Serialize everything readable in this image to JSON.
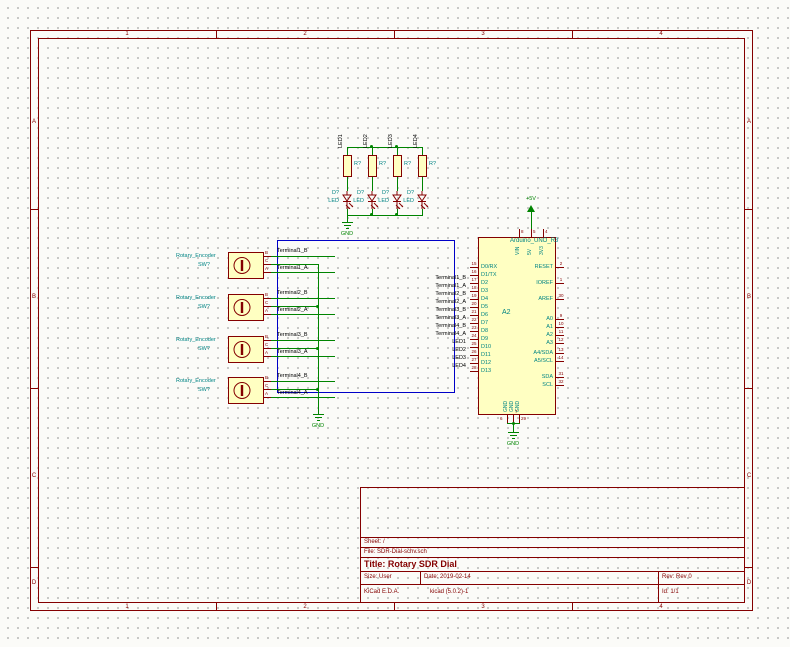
{
  "app": {
    "type": "KiCad Eeschema schematic sheet"
  },
  "frame": {
    "columns": [
      "1",
      "2",
      "3",
      "4"
    ],
    "rows": [
      "A",
      "B",
      "C",
      "D"
    ]
  },
  "title_block": {
    "sheet": "Sheet: /",
    "file": "File: SDR-Dial-schv.sch",
    "title": "Title: Rotary SDR Dial",
    "size": "Size: User",
    "date": "Date: 2019-02-14",
    "rev": "Rev: Rev 0",
    "tool": "KiCad E.D.A.",
    "version": "kicad (5.0.2)-1",
    "id": "Id: 1/1"
  },
  "led_chain": {
    "net_labels": [
      "LED1",
      "LED2",
      "LED3",
      "LED4"
    ],
    "resistors": [
      {
        "ref": "R?"
      },
      {
        "ref": "R?"
      },
      {
        "ref": "R?"
      },
      {
        "ref": "R?"
      }
    ],
    "diodes": [
      {
        "ref": "D?",
        "value": "LED"
      },
      {
        "ref": "D?",
        "value": "LED"
      },
      {
        "ref": "D?",
        "value": "LED"
      },
      {
        "ref": "D?",
        "value": "LED"
      }
    ],
    "gnd_label": "GND"
  },
  "encoders": [
    {
      "value": "Rotary_Encoder",
      "ref": "SW?",
      "pins": [
        "B",
        "C",
        "A"
      ],
      "net_b": "Terminal1_B",
      "net_a": "Terminal1_A"
    },
    {
      "value": "Rotary_Encoder",
      "ref": "SW?",
      "pins": [
        "B",
        "C",
        "A"
      ],
      "net_b": "Terminal2_B",
      "net_a": "Terminal2_A"
    },
    {
      "value": "Rotary_Encoder",
      "ref": "SW?",
      "pins": [
        "B",
        "C",
        "A"
      ],
      "net_b": "Terminal3_B",
      "net_a": "Terminal3_A"
    },
    {
      "value": "Rotary_Encoder",
      "ref": "SW?",
      "pins": [
        "B",
        "C",
        "A"
      ],
      "net_b": "Terminal4_B",
      "net_a": "Terminal4_A"
    }
  ],
  "encoder_bus_gnd_label": "GND",
  "arduino": {
    "reference": "A2",
    "value": "Arduino_UNO_R3",
    "left_pins": [
      {
        "num": "15",
        "name": "D0/RX",
        "net": ""
      },
      {
        "num": "16",
        "name": "D1/TX",
        "net": ""
      },
      {
        "num": "17",
        "name": "D2",
        "net": "Terminal1_B"
      },
      {
        "num": "18",
        "name": "D3",
        "net": "Terminal1_A"
      },
      {
        "num": "19",
        "name": "D4",
        "net": "Terminal2_B"
      },
      {
        "num": "20",
        "name": "D5",
        "net": "Terminal2_A"
      },
      {
        "num": "21",
        "name": "D6",
        "net": "Terminal3_B"
      },
      {
        "num": "22",
        "name": "D7",
        "net": "Terminal3_A"
      },
      {
        "num": "23",
        "name": "D8",
        "net": "Terminal4_B"
      },
      {
        "num": "24",
        "name": "D9",
        "net": "Terminal4_A"
      },
      {
        "num": "25",
        "name": "D10",
        "net": "LED1"
      },
      {
        "num": "26",
        "name": "D11",
        "net": "LED2"
      },
      {
        "num": "27",
        "name": "D12",
        "net": "LED3"
      },
      {
        "num": "28",
        "name": "D13",
        "net": "LED4"
      }
    ],
    "right_pins": [
      {
        "num": "2",
        "name": "RESET"
      },
      {
        "num": "1",
        "name": "IOREF"
      },
      {
        "num": "30",
        "name": "AREF"
      },
      {
        "num": "9",
        "name": "A0"
      },
      {
        "num": "10",
        "name": "A1"
      },
      {
        "num": "11",
        "name": "A2"
      },
      {
        "num": "12",
        "name": "A3"
      },
      {
        "num": "13",
        "name": "A4/SDA"
      },
      {
        "num": "14",
        "name": "A5/SCL"
      },
      {
        "num": "31",
        "name": "SDA"
      },
      {
        "num": "32",
        "name": "SCL"
      }
    ],
    "top_pins": [
      {
        "num": "8",
        "name": "VIN"
      },
      {
        "num": "5",
        "name": "5V"
      },
      {
        "num": "4",
        "name": "3V3"
      }
    ],
    "bottom_pins": [
      {
        "num": "6",
        "name": "GND"
      },
      {
        "num": "7",
        "name": "GND"
      },
      {
        "num": "29",
        "name": "GND"
      }
    ],
    "power_5v_label": "+5V",
    "gnd_label": "GND"
  },
  "colors": {
    "frame": "#840000",
    "wire": "#008400",
    "component_outline": "#840000",
    "component_fill": "#FFFFC2",
    "pin_name": "#008484",
    "field_text": "#008484",
    "net_label": "#000000",
    "graphic_box": "#0000C8"
  }
}
